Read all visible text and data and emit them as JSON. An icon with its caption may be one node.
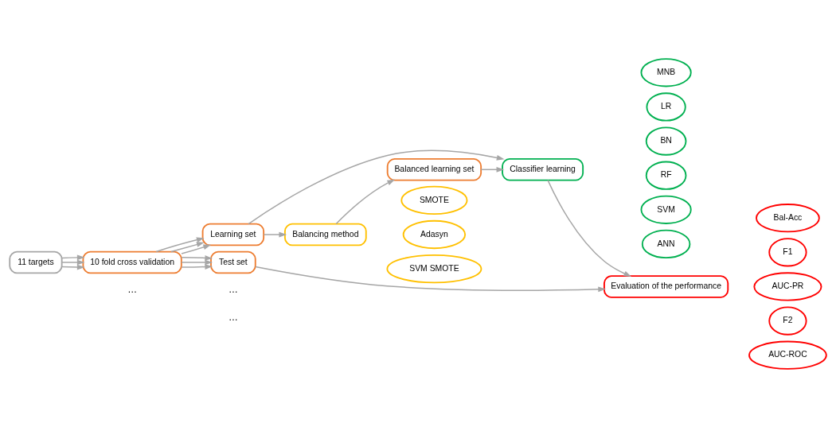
{
  "diagram": {
    "nodes": [
      {
        "text": [
          "11 targets"
        ]
      },
      {
        "text": [
          "10 fold cross validation"
        ]
      },
      {
        "text": [
          "Learning set"
        ]
      },
      {
        "text": [
          "Test set"
        ]
      },
      {
        "text": [
          "Balancing method"
        ]
      },
      {
        "text": [
          "SMOTE"
        ]
      },
      {
        "text": [
          "Adasyn"
        ]
      },
      {
        "text": [
          "SVM SMOTE"
        ]
      },
      {
        "text": [
          "Balanced learning set"
        ]
      },
      {
        "text": [
          "Evaluation of the performance"
        ]
      },
      {
        "text": [
          "Bal-Acc"
        ]
      },
      {
        "text": [
          "F1"
        ]
      },
      {
        "text": [
          "AUC-PR"
        ]
      },
      {
        "text": [
          "F2"
        ]
      },
      {
        "text": [
          "AUC-ROC"
        ]
      },
      {
        "text": [
          "Classifier learning"
        ]
      },
      {
        "text": [
          "LR"
        ]
      },
      {
        "text": [
          "BN"
        ]
      },
      {
        "text": [
          "RF"
        ]
      },
      {
        "text": [
          "SVM"
        ]
      },
      {
        "text": [
          "ANN"
        ]
      },
      {
        "text": [
          "MNB"
        ]
      }
    ],
    "edges": [
      {
        "from": 0,
        "to": 1,
        "arrow": "to"
      },
      {
        "from": 0,
        "to": 1,
        "arrow": "to"
      },
      {
        "from": 0,
        "to": 1,
        "arrow": "to"
      },
      {
        "from": 1,
        "to": 2,
        "arrow": "to"
      },
      {
        "from": 1,
        "to": 2,
        "arrow": "to"
      },
      {
        "from": 1,
        "to": 2,
        "arrow": "to"
      },
      {
        "from": 1,
        "to": 3,
        "arrow": "to"
      },
      {
        "from": 1,
        "to": 3,
        "arrow": "to"
      },
      {
        "from": 1,
        "to": 3,
        "arrow": "to"
      },
      {
        "from": 2,
        "to": 4,
        "arrow": "to"
      },
      {
        "from": 4,
        "to": 8,
        "arrow": "to"
      },
      {
        "from": 2,
        "to": 15,
        "arrow": "to"
      },
      {
        "from": 8,
        "to": 15,
        "arrow": "to"
      },
      {
        "from": 3,
        "to": 9,
        "arrow": "to"
      },
      {
        "from": 15,
        "to": 9,
        "arrow": "to"
      }
    ],
    "labels": [
      "…",
      "…",
      "…"
    ]
  }
}
